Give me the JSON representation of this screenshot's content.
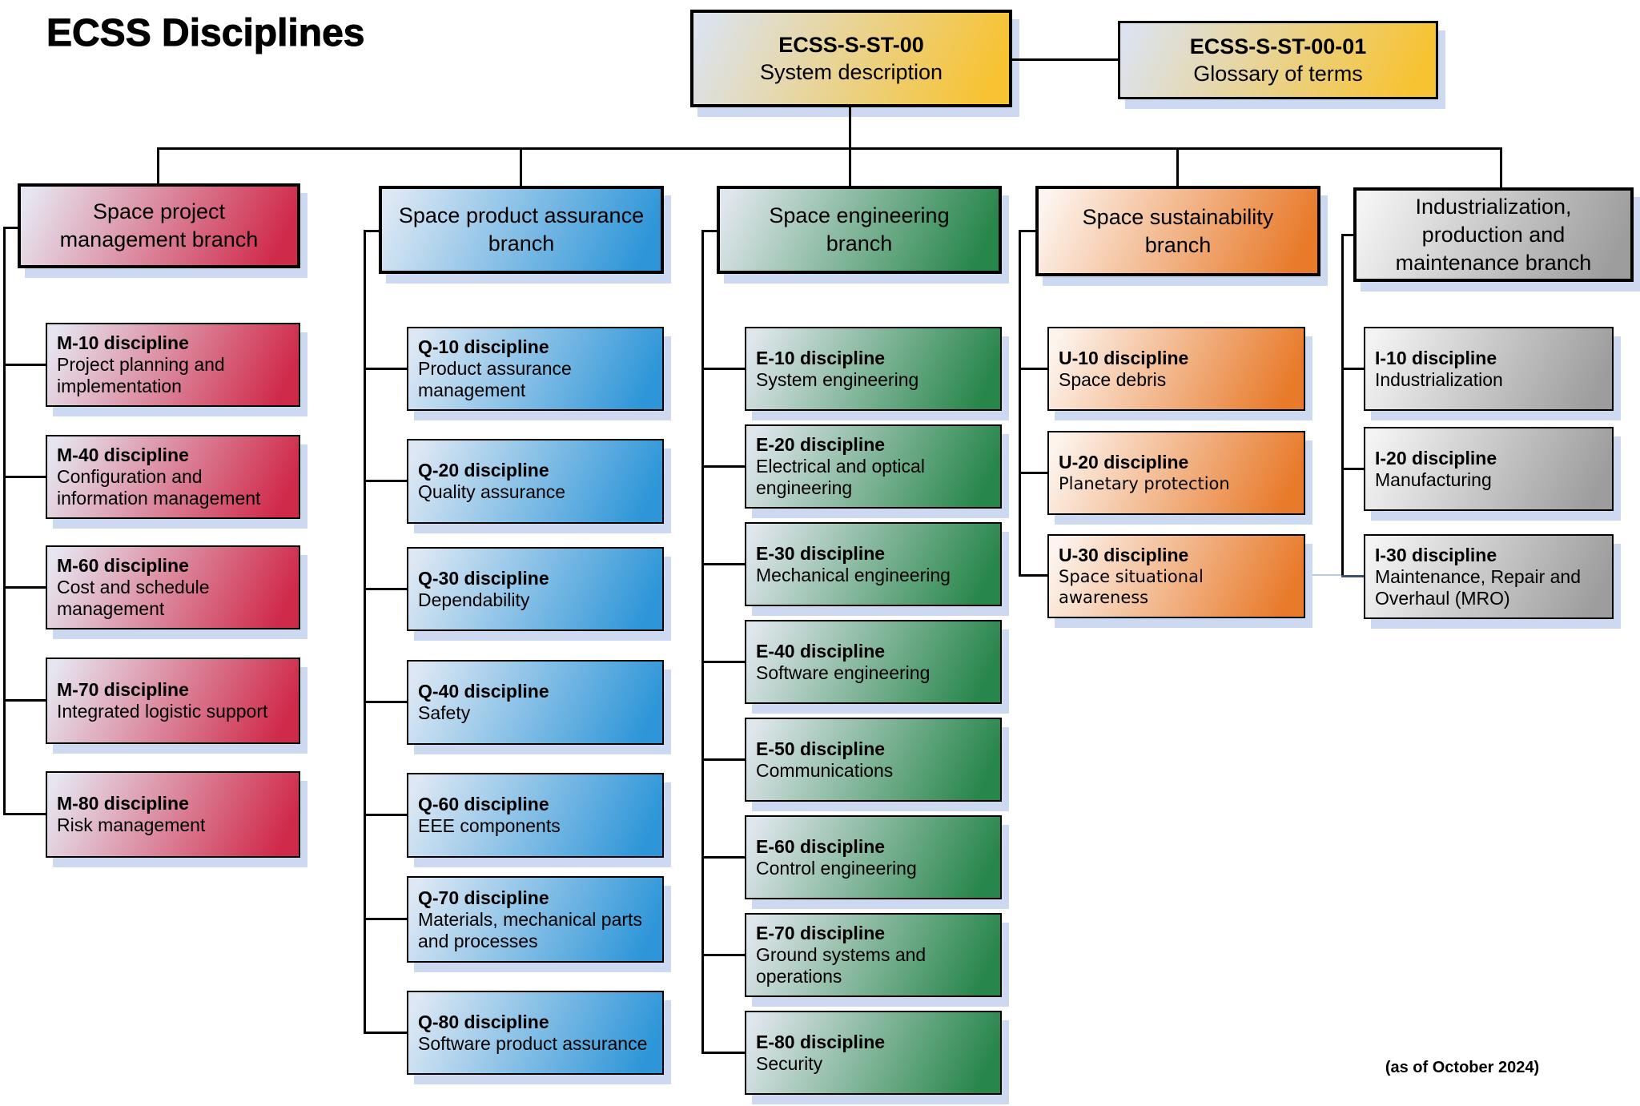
{
  "page": {
    "title": "ECSS Disciplines",
    "footnote": "(as of October 2024)",
    "shadow_color": "#cdd9f1",
    "connector_color": "#000000"
  },
  "root": {
    "code": "ECSS-S-ST-00",
    "label": "System description",
    "colors": {
      "pale": "#dce3ee",
      "strong": "#f7c332"
    }
  },
  "glossary": {
    "code": "ECSS-S-ST-00-01",
    "label": "Glossary of terms",
    "colors": {
      "pale": "#dce3ee",
      "strong": "#f7c332"
    }
  },
  "branches": [
    {
      "name": "Space project management branch",
      "colors": {
        "pale": "#e6e5f0",
        "strong": "#d02a4a"
      },
      "children": [
        {
          "code": "M-10 discipline",
          "label": "Project planning and implementation"
        },
        {
          "code": "M-40 discipline",
          "label": "Configuration and information management"
        },
        {
          "code": "M-60 discipline",
          "label": "Cost and schedule management"
        },
        {
          "code": "M-70 discipline",
          "label": "Integrated logistic support"
        },
        {
          "code": "M-80 discipline",
          "label": "Risk management"
        }
      ]
    },
    {
      "name": "Space product assurance branch",
      "colors": {
        "pale": "#dde8f4",
        "strong": "#2e96d8"
      },
      "children": [
        {
          "code": "Q-10 discipline",
          "label": "Product assurance management"
        },
        {
          "code": "Q-20 discipline",
          "label": "Quality assurance"
        },
        {
          "code": "Q-30 discipline",
          "label": "Dependability"
        },
        {
          "code": "Q-40 discipline",
          "label": "Safety"
        },
        {
          "code": "Q-60 discipline",
          "label": "EEE components"
        },
        {
          "code": "Q-70 discipline",
          "label": "Materials, mechanical parts and processes"
        },
        {
          "code": "Q-80 discipline",
          "label": "Software product assurance"
        }
      ]
    },
    {
      "name": "Space engineering branch",
      "colors": {
        "pale": "#dfe6ec",
        "strong": "#27864a"
      },
      "children": [
        {
          "code": "E-10 discipline",
          "label": "System engineering"
        },
        {
          "code": "E-20 discipline",
          "label": "Electrical and optical engineering"
        },
        {
          "code": "E-30 discipline",
          "label": "Mechanical engineering"
        },
        {
          "code": "E-40 discipline",
          "label": "Software engineering"
        },
        {
          "code": "E-50 discipline",
          "label": "Communications"
        },
        {
          "code": "E-60 discipline",
          "label": "Control engineering"
        },
        {
          "code": "E-70 discipline",
          "label": "Ground systems and operations"
        },
        {
          "code": "E-80 discipline",
          "label": "Security"
        }
      ]
    },
    {
      "name": "Space sustainability branch",
      "colors": {
        "pale": "#fdf4ee",
        "strong": "#e87a2a"
      },
      "children": [
        {
          "code": "U-10 discipline",
          "label": "Space debris"
        },
        {
          "code": "U-20 discipline",
          "label": "Planetary protection"
        },
        {
          "code": "U-30 discipline",
          "label": "Space situational awareness"
        }
      ]
    },
    {
      "name": "Industrialization, production and maintenance branch",
      "colors": {
        "pale": "#f4f4f4",
        "strong": "#9d9d9d"
      },
      "children": [
        {
          "code": "I-10 discipline",
          "label": "Industrialization"
        },
        {
          "code": "I-20 discipline",
          "label": "Manufacturing"
        },
        {
          "code": "I-30 discipline",
          "label": "Maintenance, Repair and Overhaul (MRO)"
        }
      ]
    }
  ]
}
